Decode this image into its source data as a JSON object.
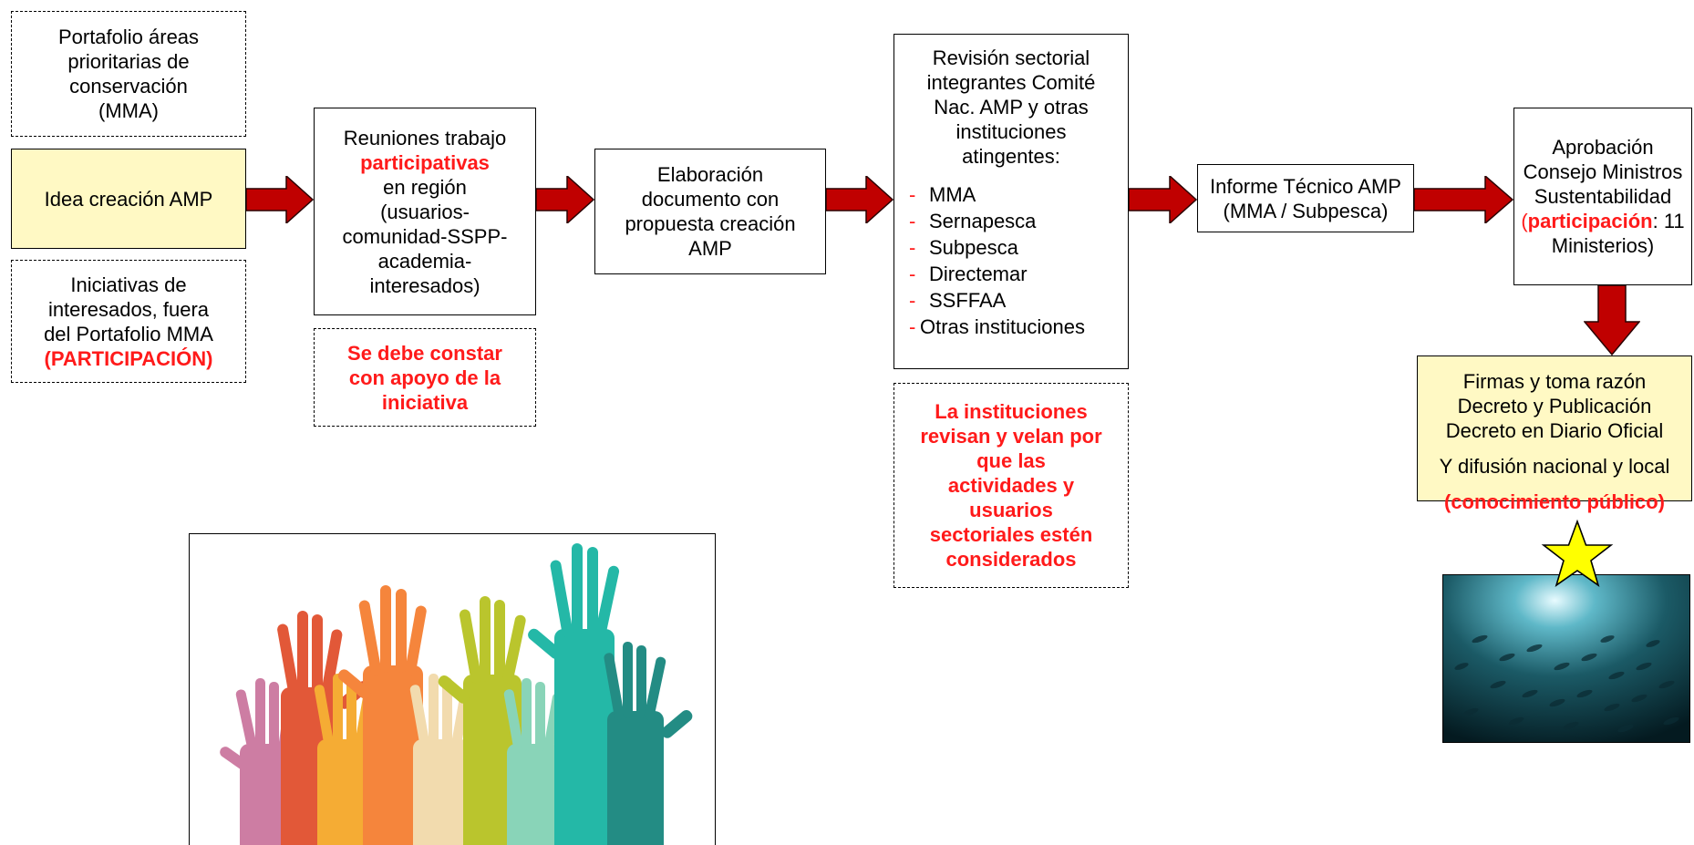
{
  "portafolio": {
    "text": "Portafolio áreas prioritarias de conservación (MMA)"
  },
  "idea": {
    "text": "Idea creación AMP"
  },
  "iniciativas": {
    "line1": "Iniciativas de interesados, fuera del Portafolio MMA",
    "highlight": "(PARTICIPACIÓN)"
  },
  "reuniones": {
    "pre": "Reuniones trabajo",
    "highlight": "participativas",
    "post": "en región (usuarios-comunidad-SSPP-academia-interesados)"
  },
  "apoyo": {
    "text": "Se debe constar con apoyo de la iniciativa"
  },
  "elaboracion": {
    "text": "Elaboración documento con propuesta creación AMP"
  },
  "revision": {
    "title": "Revisión sectorial integrantes Comité Nac. AMP y otras instituciones atingentes:",
    "items": [
      "MMA",
      "Sernapesca",
      "Subpesca",
      "Directemar",
      "SSFFAA",
      "Otras instituciones"
    ]
  },
  "instituciones_note": {
    "text": "La instituciones revisan y velan por que las actividades y usuarios sectoriales estén considerados"
  },
  "informe": {
    "text": "Informe Técnico AMP (MMA / Subpesca)"
  },
  "aprobacion": {
    "pre": "Aprobación Consejo Ministros Sustentabilidad",
    "open": "(",
    "highlight": "participación",
    "post": ": 11 Ministerios)"
  },
  "firmas": {
    "line1": "Firmas y toma razón Decreto y Publicación Decreto en Diario Oficial",
    "line2": "Y difusión nacional y local",
    "highlight": "(conocimiento público)"
  },
  "colors": {
    "arrow": "#c00000",
    "note_red": "#ff1a1a",
    "yellow_box": "#fff9c4",
    "star": "#ffff00"
  },
  "icons": {
    "hands": "raised-hands-image",
    "fish": "fish-school-image",
    "star": "star-icon"
  }
}
